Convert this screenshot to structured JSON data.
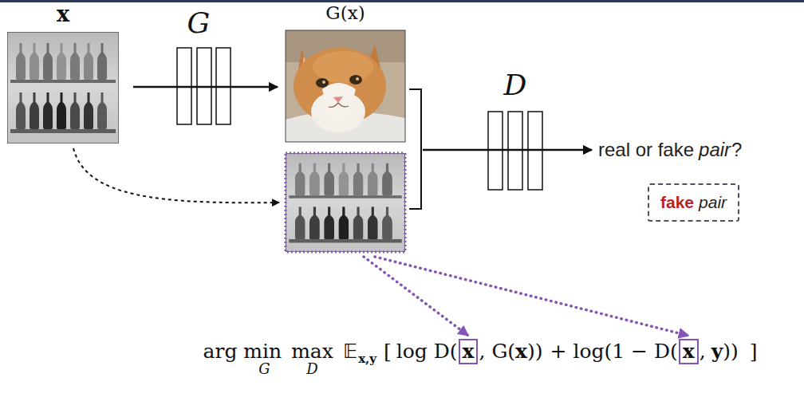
{
  "diagram": {
    "nodes": [
      {
        "text": [
          "x"
        ]
      },
      {
        "text": [
          "G(x)"
        ]
      },
      {
        "text": [
          "fake",
          "pair"
        ]
      },
      {
        "text": [
          "x"
        ]
      },
      {
        "text": [
          "x"
        ]
      }
    ],
    "edges": [
      {
        "from": 0,
        "to": 1,
        "arrow": "to"
      }
    ],
    "labels": [
      "G",
      "D",
      "real or fake",
      "pair",
      "?",
      "arg min",
      "G",
      "max",
      "D",
      "𝔼",
      "x,y",
      "[",
      "log D(",
      ", G(",
      "x",
      "))",
      "+ log(1 − D(",
      ",",
      "y",
      "))",
      "]"
    ]
  }
}
